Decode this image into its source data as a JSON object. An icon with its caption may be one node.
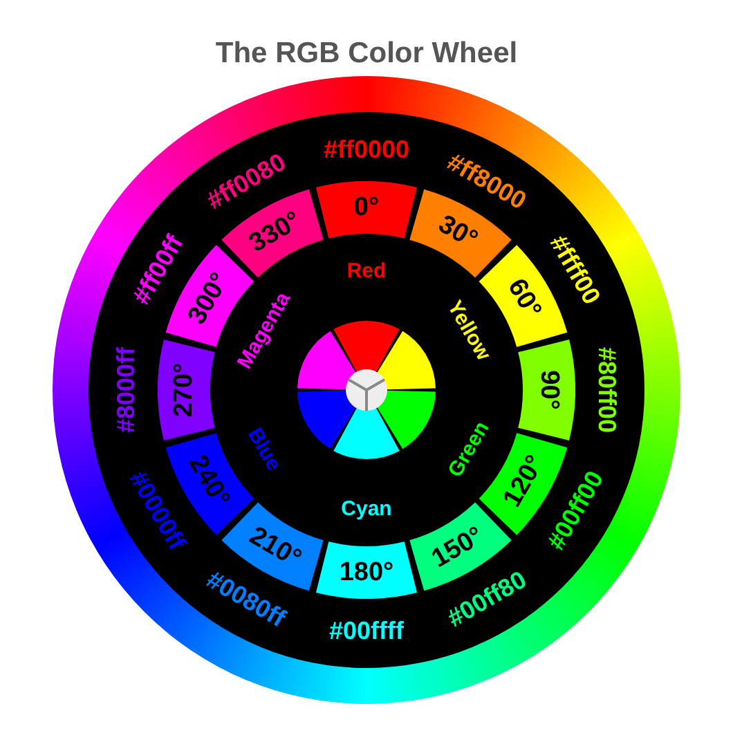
{
  "diagram": {
    "title": "The RGB Color Wheel",
    "nodes": [
      {
        "text": [
          "0°"
        ]
      },
      {
        "text": [
          "30°"
        ]
      },
      {
        "text": [
          "60°"
        ]
      },
      {
        "text": [
          "90°"
        ]
      },
      {
        "text": [
          "120°"
        ]
      },
      {
        "text": [
          "150°"
        ]
      },
      {
        "text": [
          "180°"
        ]
      },
      {
        "text": [
          "210°"
        ]
      },
      {
        "text": [
          "240°"
        ]
      },
      {
        "text": [
          "270°"
        ]
      },
      {
        "text": [
          "300°"
        ]
      },
      {
        "text": [
          "330°"
        ]
      }
    ],
    "labels": [
      "#ff0000",
      "#ff8000",
      "#ffff00",
      "#80ff00",
      "#00ff00",
      "#00ff80",
      "#00ffff",
      "#0080ff",
      "#0000ff",
      "#8000ff",
      "#ff00ff",
      "#ff0080",
      "Red",
      "Yellow",
      "Green",
      "Cyan",
      "Blue",
      "Magenta"
    ]
  }
}
